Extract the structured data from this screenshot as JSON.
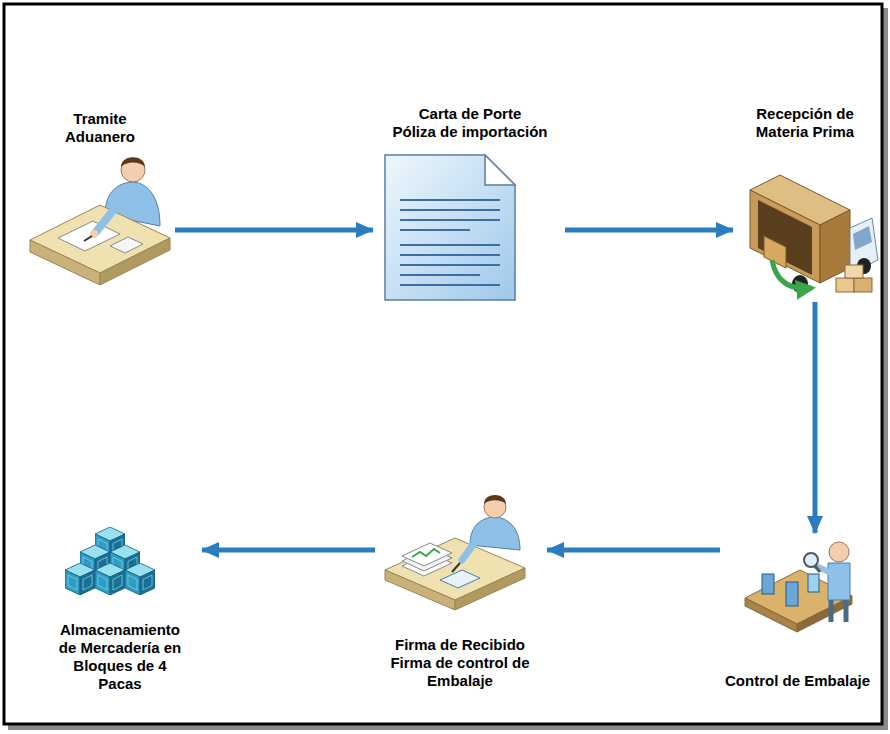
{
  "diagram": {
    "nodes": [
      {
        "text": [
          "Tramite Aduanero"
        ]
      },
      {
        "text": [
          "Carta de Porte",
          "Póliza de importación"
        ]
      },
      {
        "text": [
          "Recepción de Materia Prima"
        ]
      },
      {
        "text": [
          "Control de Embalaje"
        ]
      },
      {
        "text": [
          "Firma de Recibido",
          "Firma de control de Embalaje"
        ]
      },
      {
        "text": [
          "Almacenamiento de Mercadería en Bloques de 4 Pacas"
        ]
      }
    ],
    "edges": [
      {
        "from": 0,
        "to": 1,
        "arrow": "to"
      },
      {
        "from": 1,
        "to": 2,
        "arrow": "to"
      },
      {
        "from": 2,
        "to": 3,
        "arrow": "to"
      },
      {
        "from": 3,
        "to": 4,
        "arrow": "to"
      },
      {
        "from": 4,
        "to": 5,
        "arrow": "to"
      }
    ]
  }
}
